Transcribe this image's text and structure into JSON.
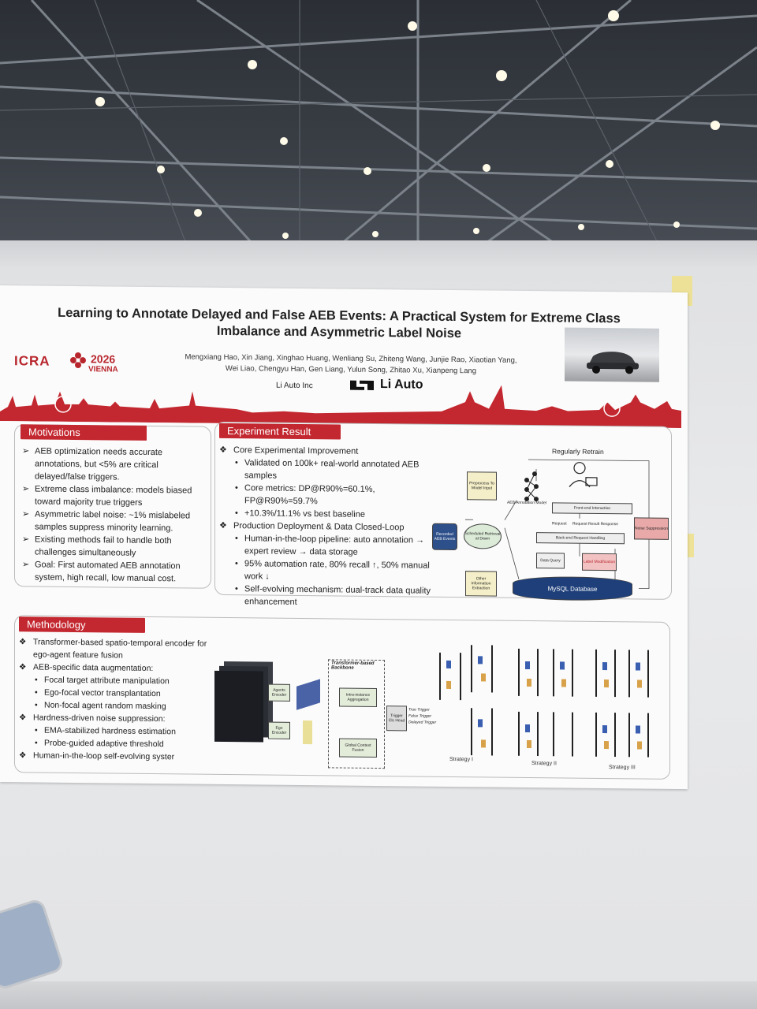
{
  "poster": {
    "title": "Learning to Annotate Delayed and False AEB Events: A Practical System for Extreme Class Imbalance and Asymmetric Label Noise",
    "authors_line1": "Mengxiang Hao, Xin Jiang, Xinghao Huang, Wenliang Su, Zhiteng Wang, Junjie Rao, Xiaotian Yang,",
    "authors_line2": "Wei Liao, Chengyu Han, Gen Liang, Yulun Song, Zhitao Xu, Xianpeng Lang",
    "affiliation": "Li Auto Inc",
    "brand": "Li Auto",
    "logo_icra": "ICRA",
    "logo_year": "2026",
    "logo_city": "VIENNA",
    "accent_color": "#c3272f"
  },
  "motivations": {
    "heading": "Motivations",
    "items": [
      "AEB optimization needs accurate annotations, but <5% are critical delayed/false triggers.",
      "Extreme class imbalance: models biased toward majority true triggers",
      "Asymmetric label noise: ~1% mislabeled samples suppress minority learning.",
      "Existing methods fail to handle both challenges simultaneously",
      "Goal: First automated AEB annotation system, high recall, low manual cost."
    ]
  },
  "experiment": {
    "heading": "Experiment Result",
    "section1": "Core Experimental Improvement",
    "s1_items": [
      "Validated on 100k+ real-world annotated AEB samples",
      "Core metrics: DP@R90%=60.1%, FP@R90%=59.7%",
      "+10.3%/11.1% vs best baseline"
    ],
    "section2": "Production Deployment & Data Closed-Loop",
    "s2_items": [
      "Human-in-the-loop pipeline: auto annotation → expert review → data storage",
      "95% automation rate, 80% recall ↑, 50% manual work ↓",
      "Self-evolving mechanism: dual-track data quality enhancement"
    ],
    "diagram": {
      "retrain": "Regularly Retrain",
      "preprocess": "Preprocess To Model Input",
      "model": "AEB Annotation Model",
      "frontend": "Front-end Interaction",
      "request": "Request",
      "response": "Request Result Response",
      "backend": "Back-end Request Handling",
      "noise": "Noise Suppression",
      "recorded": "Recorded AEB Events",
      "scheduled": "Scheduled Retrieval at Dawn",
      "dataquery": "Data Query",
      "labelmod": "Label Modification",
      "other": "Other Information Extraction",
      "mysql": "MySQL Database"
    }
  },
  "methodology": {
    "heading": "Methodology",
    "items": [
      {
        "level": 1,
        "text": "Transformer-based spatio-temporal encoder for ego-agent feature fusion"
      },
      {
        "level": 1,
        "text": "AEB-specific data augmentation:"
      },
      {
        "level": 2,
        "text": "Focal target attribute manipulation"
      },
      {
        "level": 2,
        "text": "Ego-focal vector transplantation"
      },
      {
        "level": 2,
        "text": "Non-focal agent random masking"
      },
      {
        "level": 1,
        "text": "Hardness-driven noise suppression:"
      },
      {
        "level": 2,
        "text": "EMA-stabilized hardness estimation"
      },
      {
        "level": 2,
        "text": "Probe-guided adaptive threshold"
      },
      {
        "level": 1,
        "text": "Human-in-the-loop self-evolving syster"
      }
    ],
    "diagram": {
      "backbone": "Transformer-based Backbone",
      "agents_encoder": "Agents Encoder",
      "ego_encoder": "Ego Encoder",
      "intra": "Intra-instance Aggregation",
      "global": "Global Context Fusion",
      "head": "Trigger Cls Head",
      "out_true": "True Trigger",
      "out_false": "False Trigger",
      "out_delayed": "Delayed Trigger"
    },
    "strategies": [
      "Strategy I",
      "Strategy II",
      "Strategy III"
    ]
  }
}
